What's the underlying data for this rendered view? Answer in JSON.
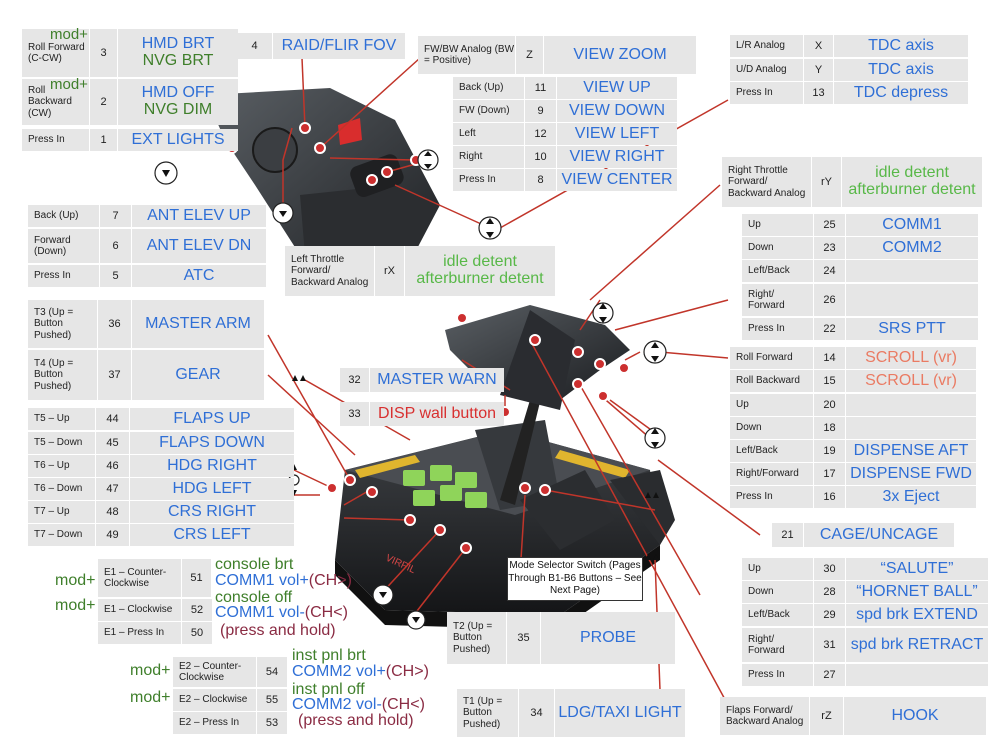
{
  "colors": {
    "cell_bg": "#e6e6e6",
    "blue": "#2f6fd6",
    "green": "#58b848",
    "dark_green": "#3f7f2b",
    "red": "#d83030",
    "salmon": "#ea7b63",
    "maroon": "#8a2b43",
    "line": "#c1352a"
  },
  "mod_label": "mod+",
  "hats": {
    "roll": [
      {
        "label": "Roll Forward (C-CW)",
        "num": "3",
        "top": "HMD BRT",
        "bottom": "NVG BRT"
      },
      {
        "label": "Roll Backward (CW)",
        "num": "2",
        "top": "HMD OFF",
        "bottom": "NVG DIM"
      },
      {
        "label": "Press In",
        "num": "1",
        "top": "EXT LIGHTS"
      }
    ],
    "raid": {
      "num": "4",
      "action": "RAID/FLIR FOV"
    },
    "fwbw": {
      "label": "FW/BW Analog (BW = Positive)",
      "num": "Z",
      "action": "VIEW ZOOM"
    },
    "view": [
      {
        "label": "Back (Up)",
        "num": "11",
        "action": "VIEW UP"
      },
      {
        "label": "FW (Down)",
        "num": "9",
        "action": "VIEW DOWN"
      },
      {
        "label": "Left",
        "num": "12",
        "action": "VIEW LEFT"
      },
      {
        "label": "Right",
        "num": "10",
        "action": "VIEW RIGHT"
      },
      {
        "label": "Press In",
        "num": "8",
        "action": "VIEW CENTER"
      }
    ],
    "tdc": [
      {
        "label": "L/R Analog",
        "num": "X",
        "action": "TDC axis"
      },
      {
        "label": "U/D Analog",
        "num": "Y",
        "action": "TDC axis"
      },
      {
        "label": "Press In",
        "num": "13",
        "action": "TDC depress"
      }
    ],
    "ant": [
      {
        "label": "Back (Up)",
        "num": "7",
        "action": "ANT ELEV UP"
      },
      {
        "label": "Forward (Down)",
        "num": "6",
        "action": "ANT ELEV DN"
      },
      {
        "label": "Press In",
        "num": "5",
        "action": "ATC"
      }
    ],
    "right_throttle": {
      "label": "Right Throttle Forward/ Backward Analog",
      "num": "rY",
      "line1": "idle detent",
      "line2": "afterburner detent"
    },
    "left_throttle": {
      "label": "Left Throttle Forward/ Backward Analog",
      "num": "rX",
      "line1": "idle detent",
      "line2": "afterburner detent"
    },
    "comm": [
      {
        "label": "Up",
        "num": "25",
        "action": "COMM1"
      },
      {
        "label": "Down",
        "num": "23",
        "action": "COMM2"
      },
      {
        "label": "Left/Back",
        "num": "24",
        "action": ""
      },
      {
        "label": "Right/ Forward",
        "num": "26",
        "action": ""
      },
      {
        "label": "Press In",
        "num": "22",
        "action": "SRS PTT"
      }
    ],
    "dispense": [
      {
        "label": "Roll Forward",
        "num": "14",
        "action": "SCROLL (vr)"
      },
      {
        "label": "Roll Backward",
        "num": "15",
        "action": "SCROLL (vr)"
      },
      {
        "label": "Up",
        "num": "20",
        "action": ""
      },
      {
        "label": "Down",
        "num": "18",
        "action": ""
      },
      {
        "label": "Left/Back",
        "num": "19",
        "action": "DISPENSE AFT"
      },
      {
        "label": "Right/Forward",
        "num": "17",
        "action": "DISPENSE FWD"
      },
      {
        "label": "Press In",
        "num": "16",
        "action": "3x Eject"
      }
    ],
    "cage": {
      "num": "21",
      "action": "CAGE/UNCAGE"
    },
    "salute": [
      {
        "label": "Up",
        "num": "30",
        "action": "“SALUTE”"
      },
      {
        "label": "Down",
        "num": "28",
        "action": "“HORNET BALL”"
      },
      {
        "label": "Left/Back",
        "num": "29",
        "action": "spd brk EXTEND"
      },
      {
        "label": "Right/ Forward",
        "num": "31",
        "action": "spd brk RETRACT"
      },
      {
        "label": "Press In",
        "num": "27",
        "action": ""
      }
    ],
    "hook": {
      "label": "Flaps Forward/ Backward Analog",
      "num": "rZ",
      "action": "HOOK"
    }
  },
  "base": {
    "t3t4": [
      {
        "label": "T3 (Up = Button Pushed)",
        "num": "36",
        "action": "MASTER ARM"
      },
      {
        "label": "T4 (Up = Button Pushed)",
        "num": "37",
        "action": "GEAR"
      }
    ],
    "master_warn": {
      "num": "32",
      "action": "MASTER WARN"
    },
    "disp_wall": {
      "num": "33",
      "action": "DISP wall button"
    },
    "toggles": [
      {
        "label": "T5 – Up",
        "num": "44",
        "action": "FLAPS UP"
      },
      {
        "label": "T5 – Down",
        "num": "45",
        "action": "FLAPS DOWN"
      },
      {
        "label": "T6 – Up",
        "num": "46",
        "action": "HDG RIGHT"
      },
      {
        "label": "T6 – Down",
        "num": "47",
        "action": "HDG LEFT"
      },
      {
        "label": "T7 – Up",
        "num": "48",
        "action": "CRS RIGHT"
      },
      {
        "label": "T7 – Down",
        "num": "49",
        "action": "CRS LEFT"
      }
    ],
    "e1": [
      {
        "label": "E1 – Counter-Clockwise",
        "num": "51",
        "mod": "console brt",
        "action": "COMM1 vol+",
        "extra": "(CH>)"
      },
      {
        "label": "E1 – Clockwise",
        "num": "52",
        "mod": "console off",
        "action": "COMM1 vol-",
        "extra": "(CH<)"
      },
      {
        "label": "E1 – Press In",
        "num": "50",
        "action": "(press and hold)"
      }
    ],
    "e2": [
      {
        "label": "E2 – Counter-Clockwise",
        "num": "54",
        "mod": "inst pnl brt",
        "action": "COMM2 vol+",
        "extra": "(CH>)"
      },
      {
        "label": "E2 – Clockwise",
        "num": "55",
        "mod": "inst pnl off",
        "action": "COMM2 vol-",
        "extra": "(CH<)"
      },
      {
        "label": "E2 – Press In",
        "num": "53",
        "action": "(press and hold)"
      }
    ],
    "mode_note": "Mode Selector Switch (Pages Through B1-B6 Buttons – See Next Page)",
    "t2": {
      "label": "T2 (Up = Button Pushed)",
      "num": "35",
      "action": "PROBE"
    },
    "t1": {
      "label": "T1 (Up = Button Pushed)",
      "num": "34",
      "action": "LDG/TAXI LIGHT"
    },
    "brand": "VIRPIL"
  }
}
